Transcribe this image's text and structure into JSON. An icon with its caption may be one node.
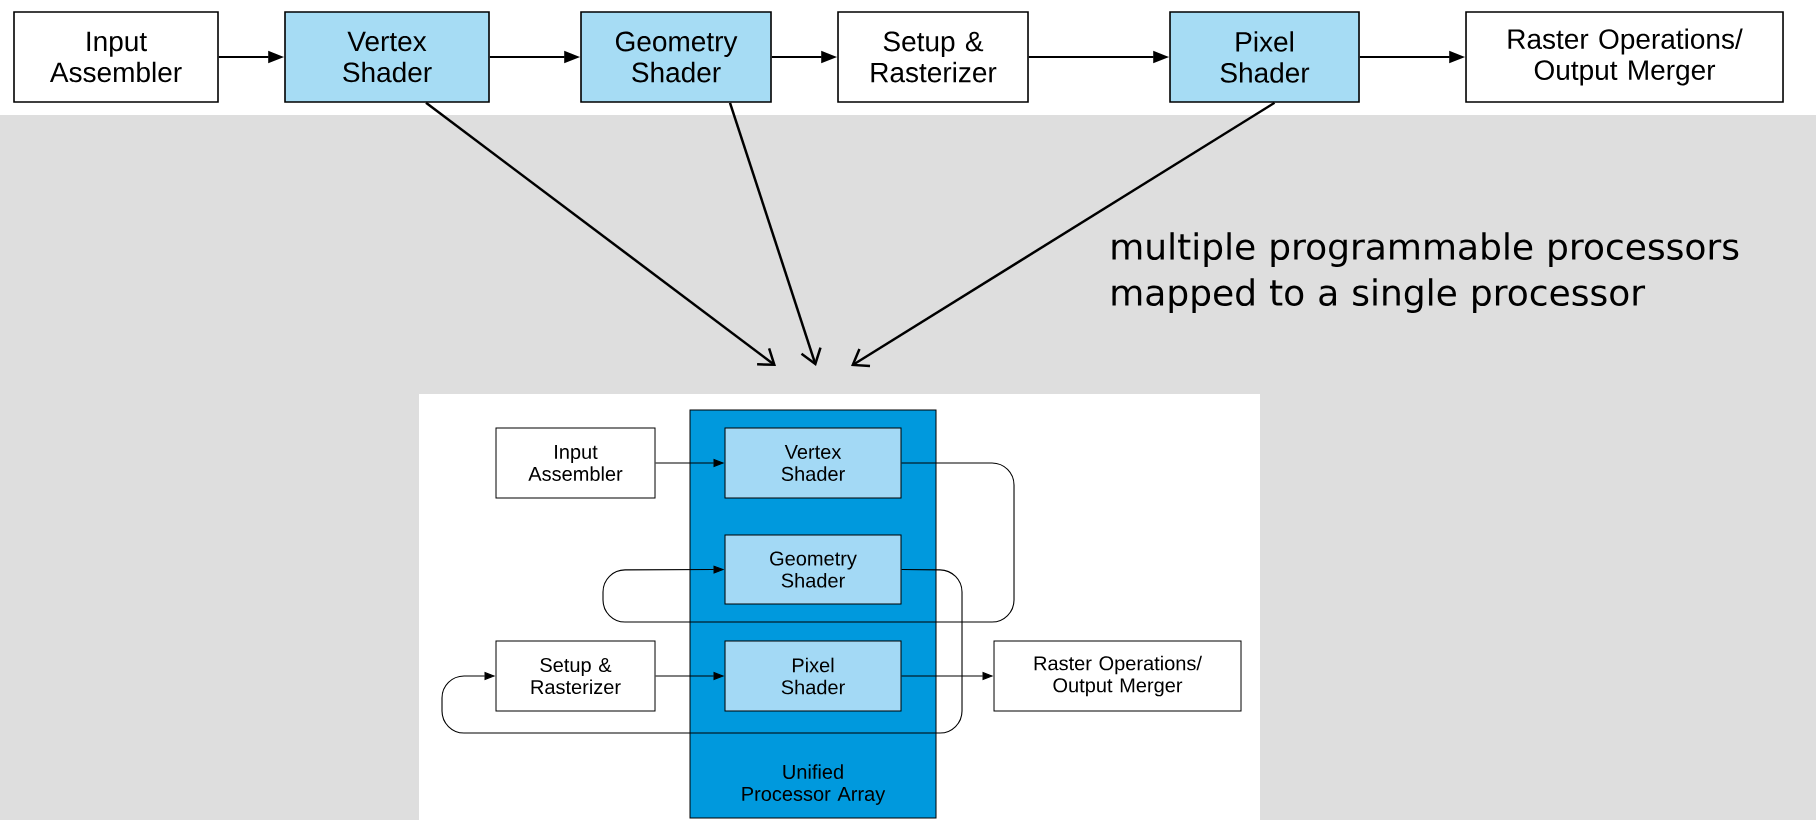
{
  "diagram": {
    "nodes": [
      {
        "text": [
          "Input Assembler"
        ]
      },
      {
        "text": [
          "Vertex Shader"
        ]
      },
      {
        "text": [
          "Geometry Shader"
        ]
      },
      {
        "text": [
          "Setup & Rasterizer"
        ]
      },
      {
        "text": [
          "Pixel Shader"
        ]
      },
      {
        "text": [
          "Raster Operations/ Output Merger"
        ]
      },
      {
        "text": [
          "Unified Processor Array"
        ]
      },
      {
        "text": [
          "Input Assembler"
        ]
      },
      {
        "text": [
          "Vertex Shader"
        ],
        "in": 6
      },
      {
        "text": [
          "Geometry Shader"
        ],
        "in": 6
      },
      {
        "text": [
          "Setup & Rasterizer"
        ]
      },
      {
        "text": [
          "Pixel Shader"
        ],
        "in": 6
      },
      {
        "text": [
          "Raster Operations/ Output Merger"
        ]
      }
    ],
    "edges": [
      {
        "from": 0,
        "to": 1,
        "arrow": "to"
      },
      {
        "from": 1,
        "to": 2,
        "arrow": "to"
      },
      {
        "from": 2,
        "to": 3,
        "arrow": "to"
      },
      {
        "from": 3,
        "to": 4,
        "arrow": "to"
      },
      {
        "from": 4,
        "to": 5,
        "arrow": "to"
      },
      {
        "from": 1,
        "to": null,
        "arrow": "to"
      },
      {
        "from": 2,
        "to": null,
        "arrow": "to"
      },
      {
        "from": 4,
        "to": null,
        "arrow": "to"
      },
      {
        "from": 7,
        "to": 8,
        "arrow": "to"
      },
      {
        "from": 8,
        "to": 9,
        "arrow": "to"
      },
      {
        "from": 9,
        "to": 10,
        "arrow": "to"
      },
      {
        "from": 10,
        "to": 11,
        "arrow": "to"
      },
      {
        "from": 11,
        "to": 12,
        "arrow": "to"
      }
    ],
    "labels": [
      "multiple programmable processors mapped to a single processor"
    ]
  }
}
